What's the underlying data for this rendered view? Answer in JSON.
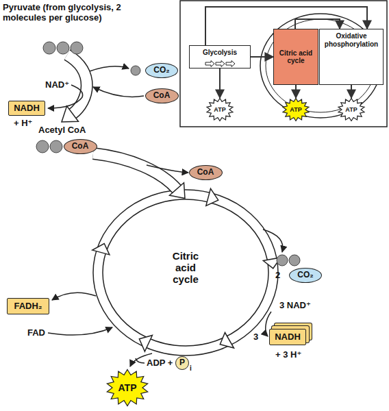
{
  "diagram": {
    "nodes": [
      {
        "text": [
          "CO₂"
        ]
      },
      {
        "text": [
          "CoA"
        ]
      },
      {
        "text": [
          "NADH"
        ]
      },
      {
        "text": [
          "CoA"
        ]
      },
      {
        "text": [
          "CoA"
        ]
      },
      {
        "text": [
          "CO₂"
        ]
      },
      {
        "text": [
          "NADH"
        ]
      },
      {
        "text": [
          "FADH₂"
        ]
      },
      {
        "text": [
          "P"
        ]
      },
      {
        "text": [
          "ATP"
        ]
      },
      {
        "text": [
          "Glycolysis"
        ]
      },
      {
        "text": [
          "Citric acid cycle"
        ]
      },
      {
        "text": [
          "Oxidative phosphorylation"
        ]
      },
      {
        "text": [
          "ATP"
        ]
      },
      {
        "text": [
          "ATP"
        ]
      },
      {
        "text": [
          "ATP"
        ]
      }
    ],
    "edges": [
      {
        "from": 10,
        "to": 11,
        "arrow": "to"
      },
      {
        "from": 10,
        "to": 13,
        "arrow": "to"
      },
      {
        "from": 11,
        "to": 14,
        "arrow": "to"
      },
      {
        "from": 12,
        "to": 15,
        "arrow": "to"
      },
      {
        "from": 10,
        "to": 12,
        "arrow": "to"
      },
      {
        "from": 11,
        "to": 12,
        "arrow": "to"
      }
    ],
    "labels": [
      "Pyruvate (from glycolysis, 2 molecules per glucose)",
      "NAD⁺",
      "+ H⁺",
      "Acetyl CoA",
      "Citric acid cycle",
      "2",
      "3 NAD⁺",
      "3",
      "+ 3 H⁺",
      "FAD",
      "ADP +",
      "i"
    ]
  }
}
